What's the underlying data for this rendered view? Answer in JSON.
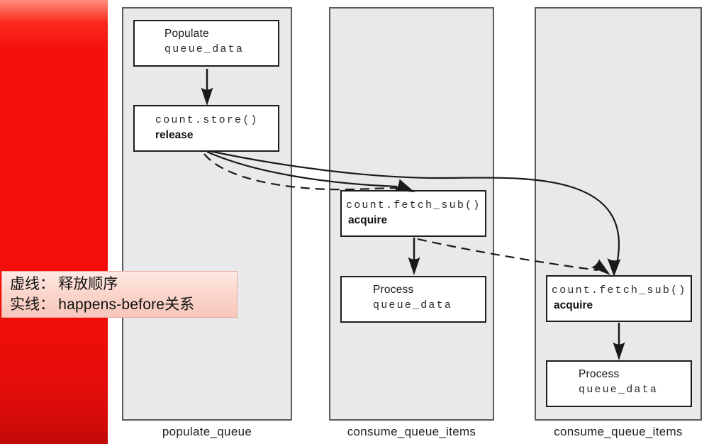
{
  "annotation": {
    "line1": "虚线： 释放顺序",
    "line2_prefix": "实线： ",
    "line2_latin": "happens-before",
    "line2_suffix": "关系"
  },
  "lanes": [
    {
      "label": "populate_queue"
    },
    {
      "label": "consume_queue_items"
    },
    {
      "label": "consume_queue_items"
    }
  ],
  "boxes": {
    "populate": {
      "title": "Populate",
      "code": "queue_data"
    },
    "store": {
      "code": "count.store()",
      "mode": "release"
    },
    "fetch_sub_1": {
      "code": "count.fetch_sub()",
      "mode": "acquire"
    },
    "process_1": {
      "title": "Process",
      "code": "queue_data"
    },
    "fetch_sub_2": {
      "code": "count.fetch_sub()",
      "mode": "acquire"
    },
    "process_2": {
      "title": "Process",
      "code": "queue_data"
    }
  },
  "arrow_semantics": {
    "dashed": "释放顺序",
    "solid": "happens-before关系"
  },
  "colors": {
    "strip_red": "#f30e0b",
    "lane_fill": "#e9e9eb",
    "lane_border": "#5a5a5e",
    "box_border": "#1d1d1f",
    "annotation_bg": "#fbd6cc",
    "annotation_border": "#eba89e",
    "arrow_color": "#1a1a1a"
  }
}
